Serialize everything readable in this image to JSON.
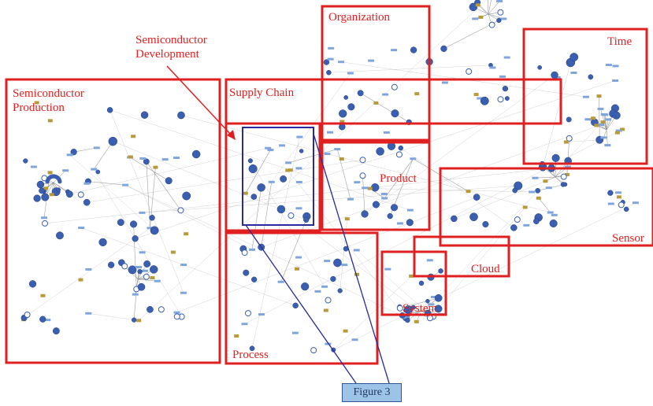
{
  "regions": {
    "semiconductor_production": "Semiconductor Production",
    "semiconductor_development": "Semiconductor Development",
    "supply_chain": "Supply Chain",
    "organization": "Organization",
    "time": "Time",
    "product": "Product",
    "sensor": "Sensor",
    "cloud": "Cloud",
    "system": "System",
    "process": "Process"
  },
  "callout": {
    "label": "Figure 3"
  },
  "colors": {
    "region_border": "#e02020",
    "region_text": "#e02020",
    "node_dark": "#3a5fb0",
    "node_light": "#7fa6dc",
    "edge": "#8a8a8a",
    "callout_fill": "#9dc3e6",
    "callout_border": "#2f5597",
    "figure_link": "#2a2a9a"
  }
}
